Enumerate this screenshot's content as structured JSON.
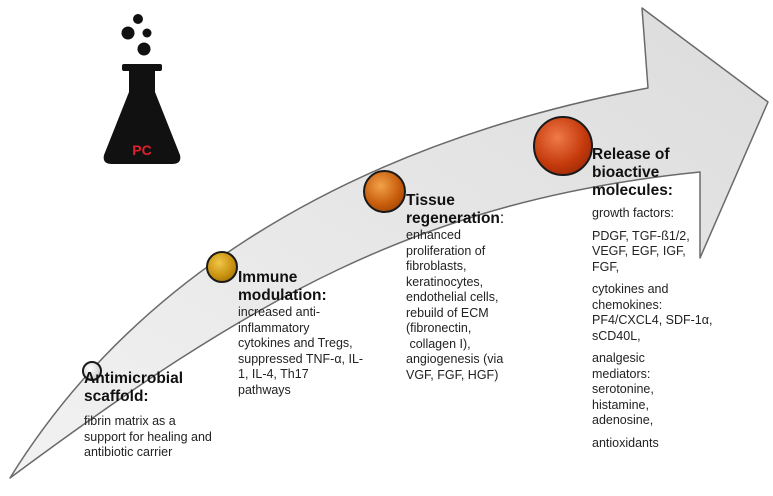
{
  "flask_label": "PC",
  "stages": [
    {
      "title_lines": [
        "Antimicrobial",
        "scaffold:"
      ],
      "body": [
        [
          "fibrin matrix as a",
          "support for healing and",
          "antibiotic carrier"
        ]
      ]
    },
    {
      "title_lines": [
        "Immune",
        "modulation:"
      ],
      "body": [
        [
          "increased anti-",
          "inflammatory",
          "cytokines and Tregs,",
          "suppressed TNF-α, IL-",
          "1, IL-4, Th17",
          "pathways"
        ]
      ]
    },
    {
      "title_lines": [
        "Tissue",
        "regeneration"
      ],
      "title_suffix": ":",
      "body": [
        [
          "enhanced",
          "proliferation of",
          "fibroblasts,",
          "keratinocytes,",
          "endothelial cells,",
          "rebuild of ECM",
          "(fibronectin,",
          " collagen I),",
          "angiogenesis (via",
          "VGF, FGF, HGF)"
        ]
      ]
    },
    {
      "title_lines": [
        "Release of",
        "bioactive",
        "molecules:"
      ],
      "body": [
        [
          "growth factors:"
        ],
        [
          "PDGF, TGF-ß1/2,",
          "VEGF, EGF, IGF,",
          "FGF,"
        ],
        [
          "cytokines and",
          "chemokines:",
          "PF4/CXCL4, SDF-1α,",
          "sCD40L,"
        ],
        [
          "analgesic",
          "mediators:",
          "serotonine,",
          "histamine,",
          "adenosine,"
        ],
        [
          "antioxidants"
        ]
      ]
    }
  ],
  "colors": {
    "arrow_fill": "#e6e6e6",
    "arrow_stroke": "#666666",
    "flask": "#111111",
    "flask_label": "#e0202a",
    "dot_1": "#d0d0d0",
    "dot_2": "#c9920e",
    "dot_3": "#c85d0c",
    "dot_4": "#c53a0c"
  }
}
